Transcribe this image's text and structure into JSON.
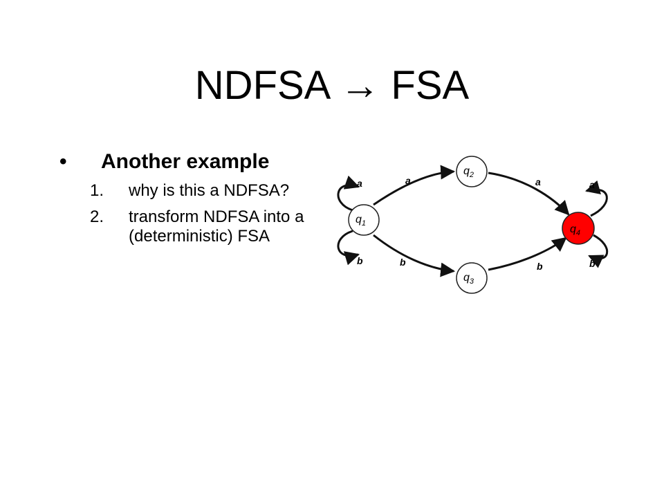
{
  "title": "NDFSA → FSA",
  "bullet": {
    "symbol": "•",
    "text": "Another example"
  },
  "list": [
    {
      "num": "1.",
      "text": "why is this a NDFSA?"
    },
    {
      "num": "2.",
      "text": "transform NDFSA into a (deterministic) FSA"
    }
  ],
  "diagram": {
    "states": [
      {
        "id": "q1",
        "name": "q",
        "sub": "1",
        "accepting": false
      },
      {
        "id": "q2",
        "name": "q",
        "sub": "2",
        "accepting": false
      },
      {
        "id": "q3",
        "name": "q",
        "sub": "3",
        "accepting": false
      },
      {
        "id": "q4",
        "name": "q",
        "sub": "4",
        "accepting": true
      }
    ],
    "transitions": [
      {
        "from": "q1",
        "to": "q1",
        "label": "a"
      },
      {
        "from": "q1",
        "to": "q1",
        "label": "b"
      },
      {
        "from": "q1",
        "to": "q2",
        "label": "a"
      },
      {
        "from": "q1",
        "to": "q3",
        "label": "b"
      },
      {
        "from": "q2",
        "to": "q4",
        "label": "a"
      },
      {
        "from": "q3",
        "to": "q4",
        "label": "b"
      },
      {
        "from": "q4",
        "to": "q4",
        "label": "a"
      },
      {
        "from": "q4",
        "to": "q4",
        "label": "b"
      }
    ],
    "colors": {
      "accepting_fill": "#ff0000",
      "state_fill": "#ffffff",
      "stroke": "#222222"
    }
  }
}
